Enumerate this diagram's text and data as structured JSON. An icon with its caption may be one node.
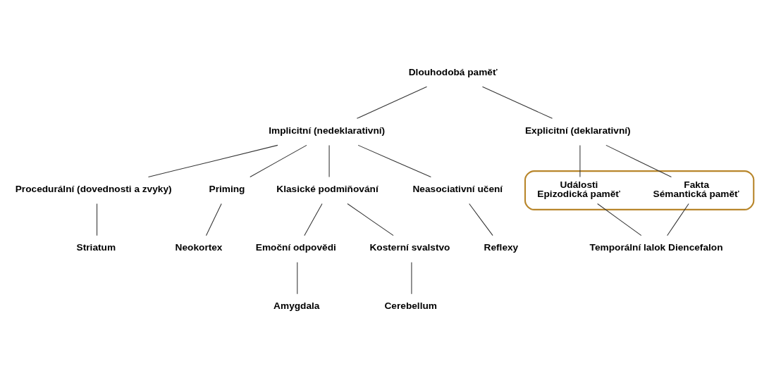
{
  "diagram": {
    "nodes": [
      {
        "text": [
          "Dlouhodobá paměť"
        ]
      },
      {
        "text": [
          "Implicitní (nedeklarativní)"
        ]
      },
      {
        "text": [
          "Explicitní (deklarativní)"
        ]
      },
      {
        "text": [
          "Procedurální (dovednosti a zvyky)"
        ]
      },
      {
        "text": [
          "Priming"
        ]
      },
      {
        "text": [
          "Klasické podmiňování"
        ]
      },
      {
        "text": [
          "Neasociativní učení"
        ]
      },
      {
        "text": [],
        "shape": "ellipse"
      },
      {
        "text": [
          "Fakta"
        ],
        "in": 7,
        "beside": [
          "Sémantická paměť"
        ]
      },
      {
        "text": [
          "Události"
        ],
        "in": 7,
        "beside": [
          "Epizodická paměť"
        ]
      },
      {
        "text": [
          "Emoční odpovědi"
        ]
      },
      {
        "text": [
          "Kosterní svalstvo"
        ]
      },
      {
        "text": [
          "Temporální lalok Diencefalon"
        ]
      },
      {
        "text": [
          "Striatum"
        ]
      },
      {
        "text": [
          "Neokortex"
        ]
      },
      {
        "text": [
          "Amygdala"
        ]
      },
      {
        "text": [
          "Cerebellum"
        ]
      },
      {
        "text": [
          "Reflexy"
        ]
      }
    ],
    "edges": [
      {
        "from": 0,
        "to": 1,
        "arrow": "none"
      },
      {
        "from": 0,
        "to": 2,
        "arrow": "none"
      },
      {
        "from": 1,
        "to": 3,
        "arrow": "none"
      },
      {
        "from": 1,
        "to": 4,
        "arrow": "none"
      },
      {
        "from": 1,
        "to": 5,
        "arrow": "none"
      },
      {
        "from": 1,
        "to": 6,
        "arrow": "none"
      },
      {
        "from": 2,
        "to": 8,
        "arrow": "none"
      },
      {
        "from": 2,
        "to": 9,
        "arrow": "none"
      },
      {
        "from": 8,
        "to": 12,
        "arrow": "none"
      },
      {
        "from": 9,
        "to": 12,
        "arrow": "none"
      },
      {
        "from": 3,
        "to": 13,
        "arrow": "none"
      },
      {
        "from": 4,
        "to": 14,
        "arrow": "none"
      },
      {
        "from": 5,
        "to": 10,
        "arrow": "none"
      },
      {
        "from": 5,
        "to": 11,
        "arrow": "none"
      },
      {
        "from": 10,
        "to": 15,
        "arrow": "none"
      },
      {
        "from": 11,
        "to": 16,
        "arrow": "none"
      },
      {
        "from": 6,
        "to": 17,
        "arrow": "none"
      }
    ]
  }
}
